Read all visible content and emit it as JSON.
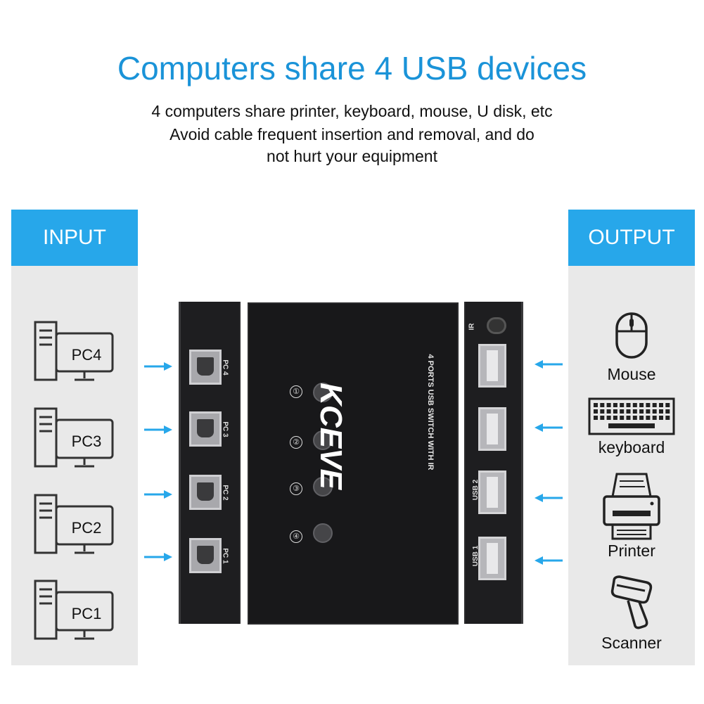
{
  "headline": "Computers share 4 USB devices",
  "subtitle_lines": [
    "4 computers share printer, keyboard, mouse, U disk, etc",
    "Avoid cable frequent insertion and removal, and do",
    "not hurt your equipment"
  ],
  "input_panel": {
    "title": "INPUT",
    "computers": [
      {
        "label": "PC4"
      },
      {
        "label": "PC3"
      },
      {
        "label": "PC2"
      },
      {
        "label": "PC1"
      }
    ]
  },
  "output_panel": {
    "title": "OUTPUT",
    "devices": [
      {
        "label": "Mouse",
        "icon": "mouse-icon"
      },
      {
        "label": "keyboard",
        "icon": "keyboard-icon"
      },
      {
        "label": "Printer",
        "icon": "printer-icon"
      },
      {
        "label": "Scanner",
        "icon": "scanner-icon"
      }
    ]
  },
  "switch": {
    "brand": "KCEVE",
    "model_text": "4 PORTS USB SWITCH WITH IR",
    "port_labels_left": [
      "PC 4",
      "PC 3",
      "PC 2",
      "PC 1"
    ],
    "port_labels_right": [
      "IR",
      "USB 2",
      "USB 1"
    ],
    "buttons": [
      "①",
      "②",
      "③",
      "④"
    ]
  },
  "colors": {
    "accent": "#1a93d8",
    "panel_head": "#27a7ea",
    "panel_bg": "#e9e9e9",
    "arrow": "#27a7ea",
    "device_body": "#18181a"
  }
}
